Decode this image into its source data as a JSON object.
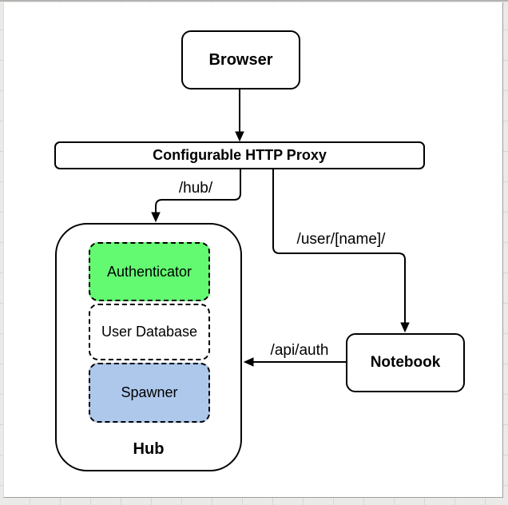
{
  "colors": {
    "stroke": "#000000",
    "canvas_background": "#eaeae8",
    "grid_line": "#d6d6d4",
    "page_background": "#ffffff",
    "authenticator_fill": "#63fa72",
    "user_database_fill": "#ffffff",
    "spawner_fill": "#adc8eb"
  },
  "nodes": {
    "browser": {
      "label": "Browser"
    },
    "proxy": {
      "label": "Configurable HTTP Proxy"
    },
    "hub": {
      "label": "Hub"
    },
    "authenticator": {
      "label": "Authenticator"
    },
    "user_database": {
      "label": "User Database"
    },
    "spawner": {
      "label": "Spawner"
    },
    "notebook": {
      "label": "Notebook"
    }
  },
  "edges": {
    "proxy_to_hub": {
      "label": "/hub/"
    },
    "proxy_to_notebook": {
      "label": "/user/[name]/"
    },
    "notebook_to_hub": {
      "label": "/api/auth"
    }
  }
}
